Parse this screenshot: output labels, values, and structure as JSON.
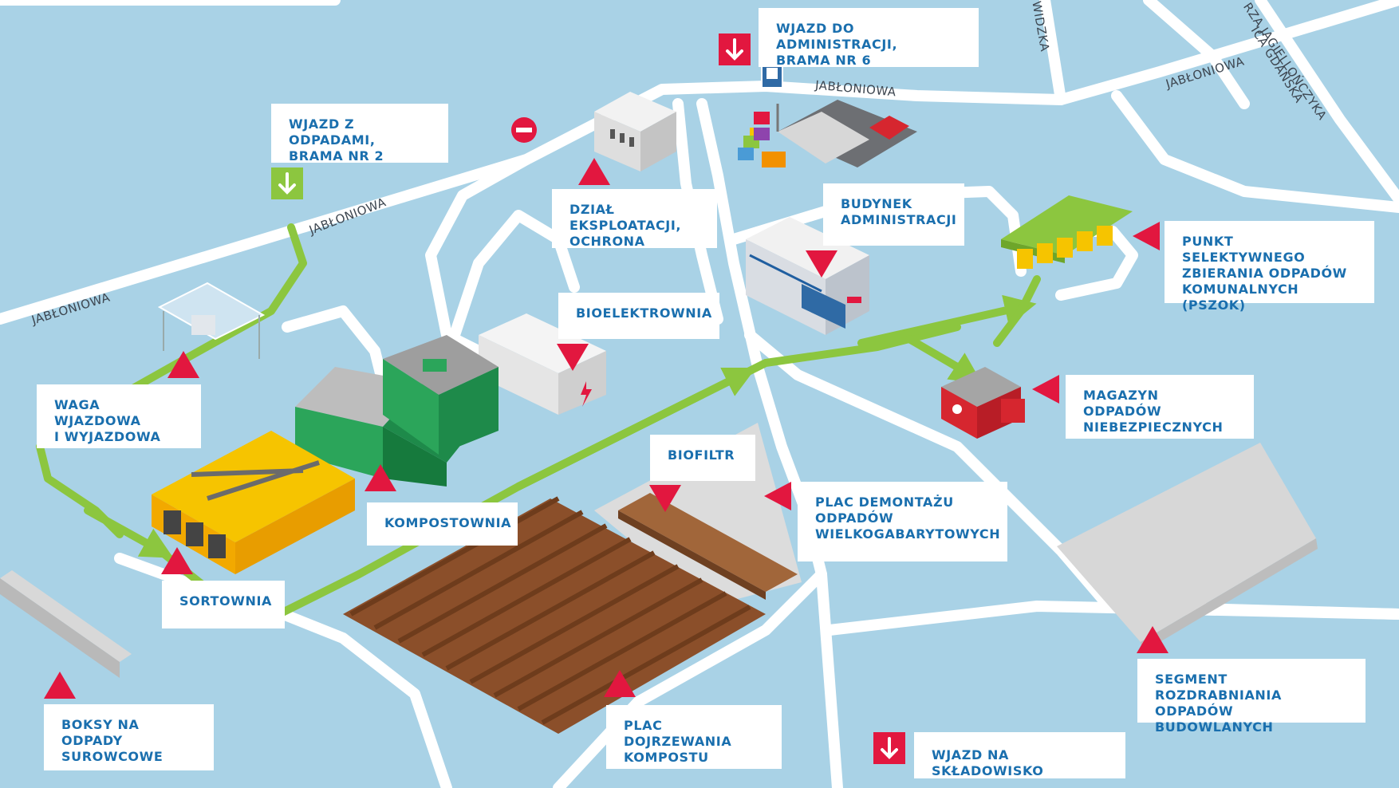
{
  "colors": {
    "water": "#a9d2e6",
    "road": "#ffffff",
    "route": "#8cc63f",
    "marker": "#e2173f",
    "label_text": "#1a6fae",
    "label_bg": "#ffffff",
    "ground": "#e3e3e3"
  },
  "streets": {
    "jabloniowa_1": "JABŁONIOWA",
    "jabloniowa_2": "JABŁONIOWA",
    "jabloniowa_3": "JABŁONIOWA",
    "jabloniowa_4": "JABŁONIOWA",
    "gdanska": "ICA GDAŃSKA",
    "jagiellonczyka": "RZA JAGIELLOŃCZYKA",
    "widzka": "WIDZKA"
  },
  "labels": {
    "wjazd_administracja": "WJAZD DO ADMINISTRACJI,\nBRAMA NR 6",
    "wjazd_odpady": "WJAZD Z ODPADAMI,\nBRAMA NR 2",
    "dzial_eksploatacji": "DZIAŁ EKSPLOATACJI,\nOCHRONA",
    "budynek_administracji": "BUDYNEK\nADMINISTRACJI",
    "pszok": "PUNKT SELEKTYWNEGO\nZBIERANIA ODPADÓW\nKOMUNALNYCH (PSZOK)",
    "bioelektrownia": "BIOELEKTROWNIA",
    "waga": "WAGA WJAZDOWA\nI WYJAZDOWA",
    "magazyn": "MAGAZYN ODPADÓW\nNIEBEZPIECZNYCH",
    "biofiltr": "BIOFILTR",
    "kompostownia": "KOMPOSTOWNIA",
    "plac_demontazu": "PLAC DEMONTAŻU\nODPADÓW\nWIELKOGABARYTOWYCH",
    "sortownia": "SORTOWNIA",
    "segment": "SEGMENT ROZDRABNIANIA\nODPADÓW BUDOWLANYCH",
    "boksy": "BOKSY NA ODPADY\nSUROWCOWE",
    "plac_dojrzewania": "PLAC DOJRZEWANIA\nKOMPOSTU",
    "wjazd_skladowisko": "WJAZD NA SKŁADOWISKO"
  },
  "icons": {
    "gate_admin": "arrow-down-icon",
    "gate_waste": "arrow-down-icon",
    "gate_landfill": "arrow-down-icon",
    "no_entry": "no-entry-icon",
    "bus_stop": "bus-stop-icon"
  }
}
